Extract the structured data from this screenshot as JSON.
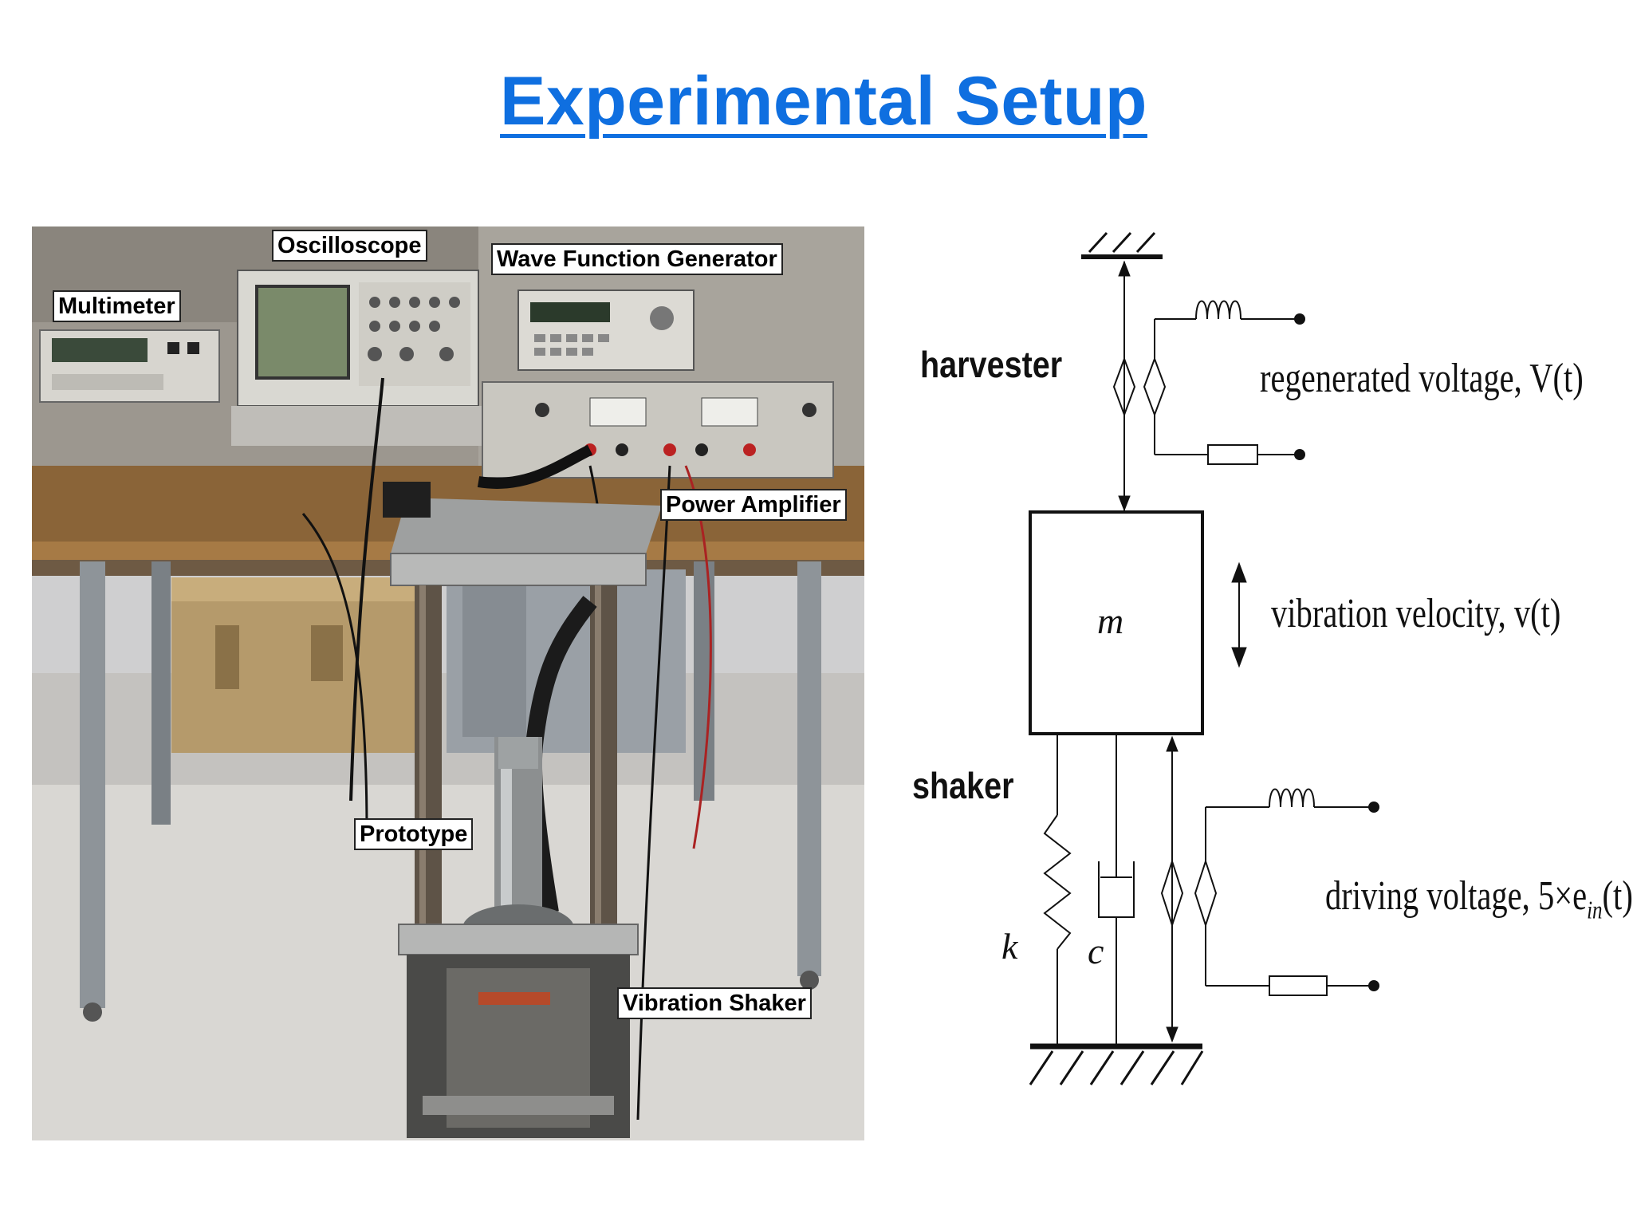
{
  "title": "Experimental Setup",
  "photo": {
    "labels": {
      "oscilloscope": "Oscilloscope",
      "wave_function_generator": "Wave Function Generator",
      "multimeter": "Multimeter",
      "power_amplifier": "Power Amplifier",
      "prototype": "Prototype",
      "vibration_shaker": "Vibration Shaker"
    }
  },
  "diagram": {
    "harvester_label": "harvester",
    "shaker_label": "shaker",
    "regenerated_voltage": "regenerated voltage, V(t)",
    "vibration_velocity": "vibration velocity, v(t)",
    "driving_voltage": "driving voltage, 5×e",
    "driving_voltage_subscript": "in",
    "driving_voltage_suffix": "(t)",
    "mass_symbol": "m",
    "spring_symbol": "k",
    "damper_symbol": "c"
  }
}
